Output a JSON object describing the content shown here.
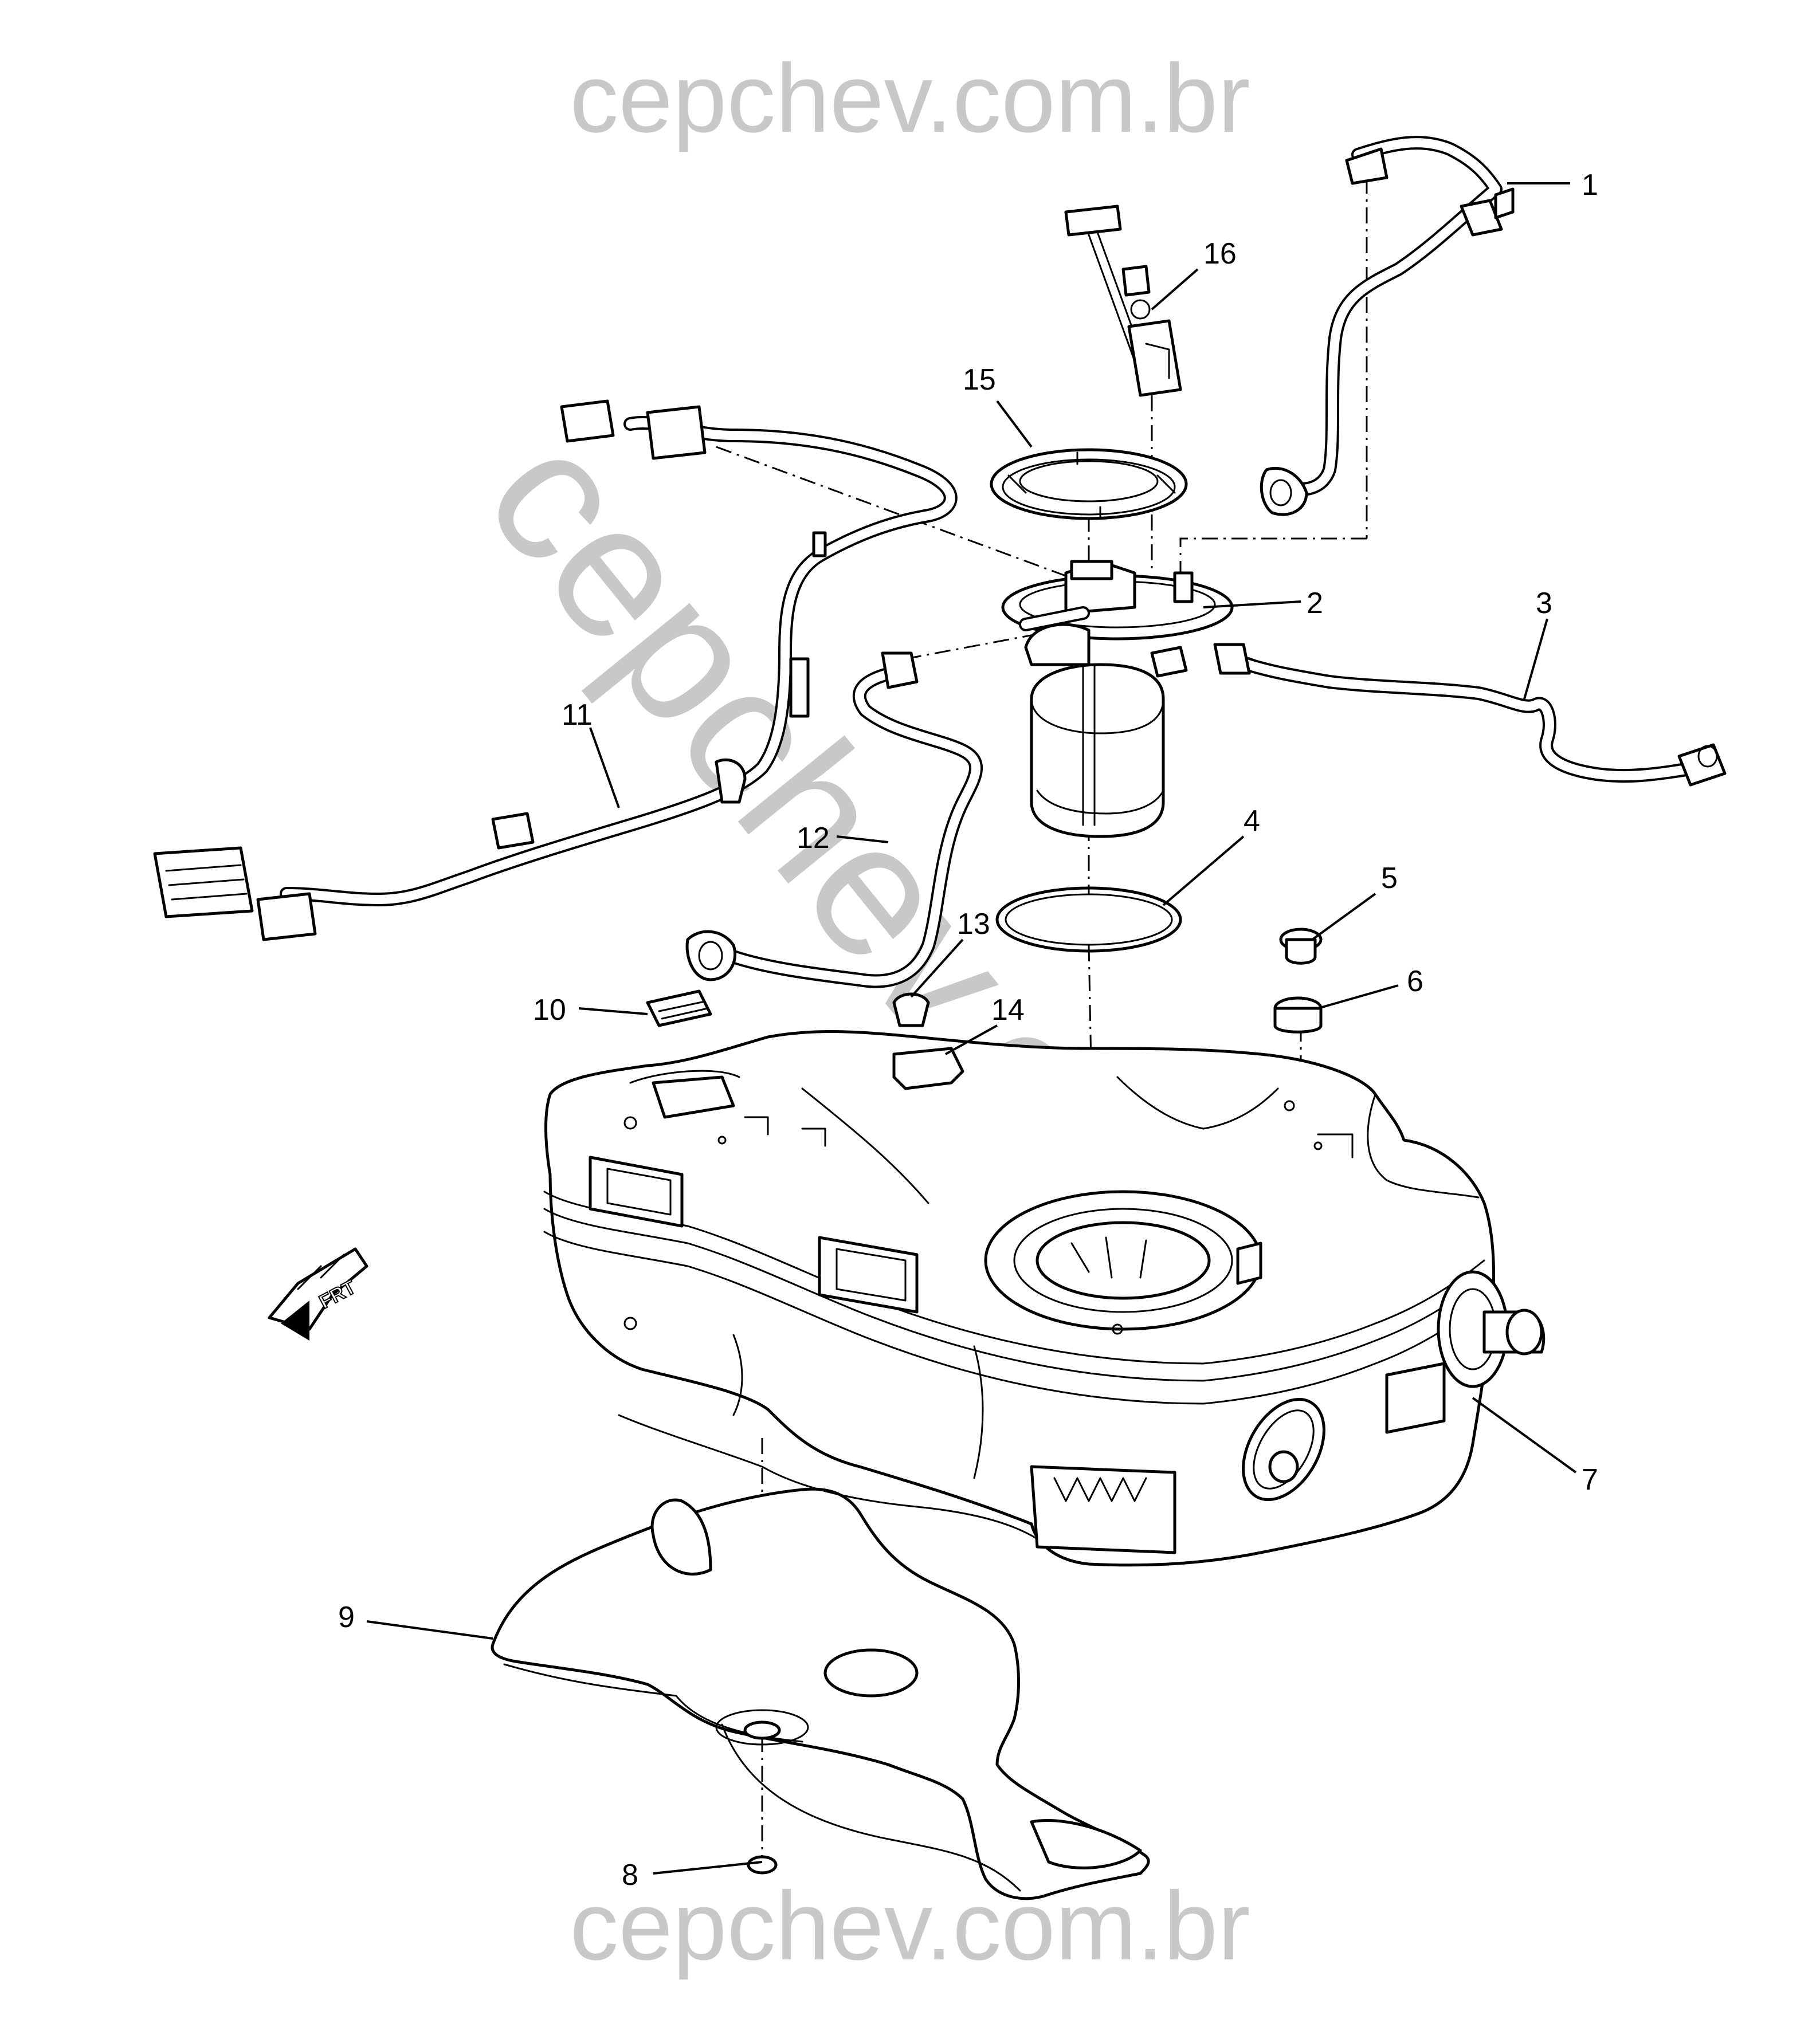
{
  "watermark": {
    "top": "cepchev.com.br",
    "bottom": "cepchev.com.br",
    "diagonal": "cepchev.com.br",
    "color": "#c8c8c8"
  },
  "orientation_arrow": {
    "label": "FRT",
    "icon": "front-direction-arrow-icon"
  },
  "callouts": [
    {
      "id": "1",
      "label": "1"
    },
    {
      "id": "2",
      "label": "2"
    },
    {
      "id": "3",
      "label": "3"
    },
    {
      "id": "4",
      "label": "4"
    },
    {
      "id": "5",
      "label": "5"
    },
    {
      "id": "6",
      "label": "6"
    },
    {
      "id": "7",
      "label": "7"
    },
    {
      "id": "8",
      "label": "8"
    },
    {
      "id": "9",
      "label": "9"
    },
    {
      "id": "10",
      "label": "10"
    },
    {
      "id": "11",
      "label": "11"
    },
    {
      "id": "12",
      "label": "12"
    },
    {
      "id": "13",
      "label": "13"
    },
    {
      "id": "14",
      "label": "14"
    },
    {
      "id": "15",
      "label": "15"
    },
    {
      "id": "16",
      "label": "16"
    }
  ]
}
